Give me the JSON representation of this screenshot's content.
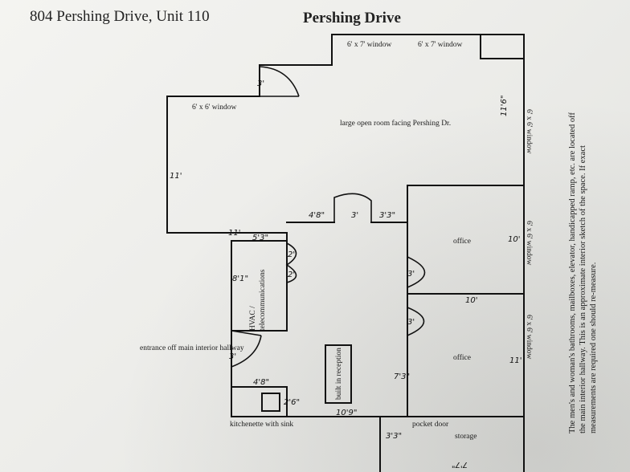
{
  "header": {
    "address": "804 Pershing Drive, Unit 110",
    "street": "Pershing Drive"
  },
  "labels": {
    "window_top_left": "6' x 7' window",
    "window_top_right": "6' x 7' window",
    "window_left": "6' x 6' window",
    "window_right_top": "6' x 6' window",
    "window_right_mid": "6' x 6' window",
    "window_right_low": "6' x 6' window",
    "open_room": "large open room facing Pershing Dr.",
    "office_1": "office",
    "office_2": "office",
    "hvac": "HVAC /",
    "telecom": "telecommunications",
    "entrance": "entrance off main interior hallway",
    "reception": "built in reception",
    "kitchenette": "kitchenette with sink",
    "pocket_door": "pocket door",
    "storage": "storage"
  },
  "measurements": {
    "door_top": "3'",
    "right_wall": "11'6\"",
    "left_wall": "11'",
    "hall_a": "4'8\"",
    "hall_b": "3'",
    "hall_c": "3'3\"",
    "corner": "11'",
    "hvac_top": "5'3\"",
    "closet_a": "2'",
    "closet_b": "2'",
    "hvac_side": "8'1\"",
    "office_1_w": "10'",
    "office_door_1": "3'",
    "office_2_top": "10'",
    "office_door_2": "3'",
    "office_2_w": "11'",
    "entrance_door": "3'",
    "reception_w": "7'3\"",
    "kitchen_w": "4'8\"",
    "kitchen_d": "2'6\"",
    "bottom_w": "10'9\"",
    "storage_door": "3'3\"",
    "storage_w": "7'7\""
  },
  "note": "The men's and woman's bathrooms, mailboxes, elevator, handicapped ramp, etc. are located off the main interior hallway.  This is an approximate interior sketch of the space.  If exact measurements are required one should re-measure."
}
